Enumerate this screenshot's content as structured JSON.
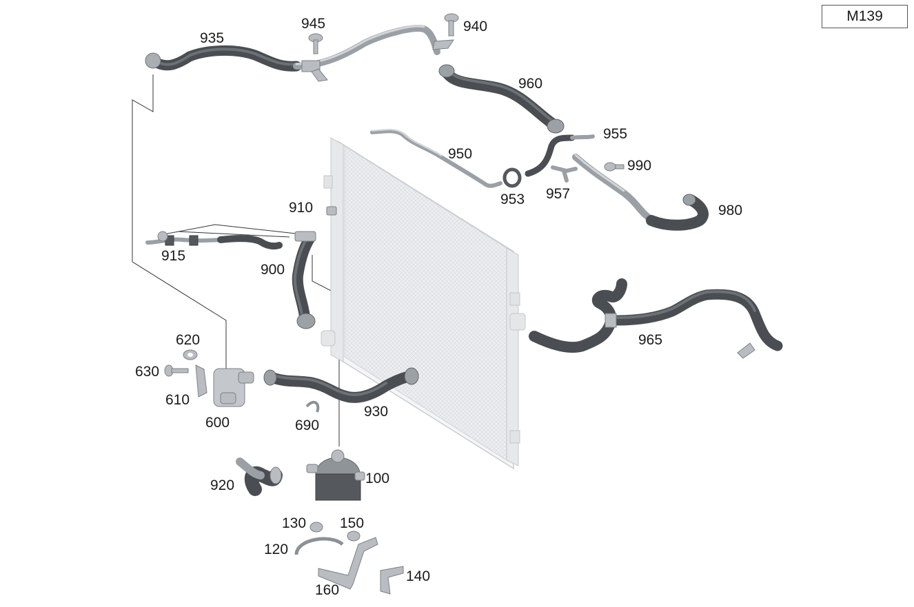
{
  "diagram": {
    "reference_code": "M139",
    "callouts": {
      "p100": "100",
      "p120": "120",
      "p130": "130",
      "p140": "140",
      "p150": "150",
      "p160": "160",
      "p600": "600",
      "p610": "610",
      "p620": "620",
      "p630": "630",
      "p690": "690",
      "p900": "900",
      "p910": "910",
      "p915": "915",
      "p920": "920",
      "p930": "930",
      "p935": "935",
      "p940": "940",
      "p945": "945",
      "p950": "950",
      "p953": "953",
      "p955": "955",
      "p957": "957",
      "p960": "960",
      "p965": "965",
      "p980": "980",
      "p990": "990"
    }
  }
}
